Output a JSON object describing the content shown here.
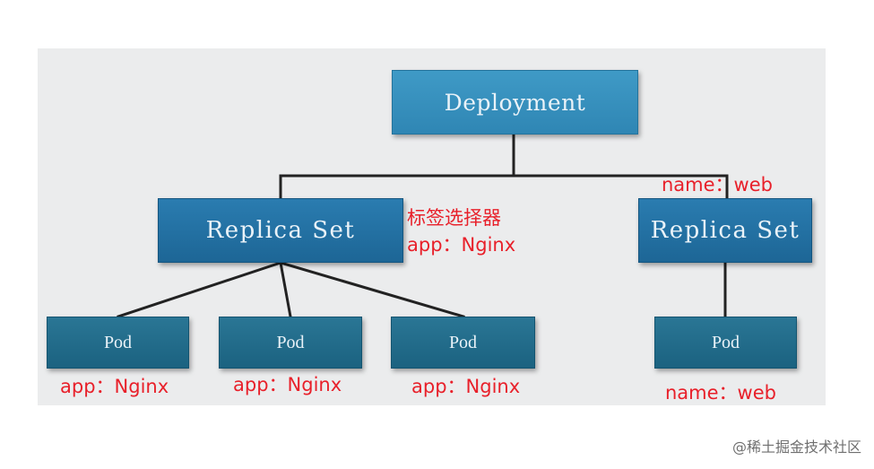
{
  "nodes": {
    "deployment": "Deployment",
    "replica_set_left": "Replica Set",
    "replica_set_right": "Replica Set",
    "pod_1": "Pod",
    "pod_2": "Pod",
    "pod_3": "Pod",
    "pod_4": "Pod"
  },
  "annotations": {
    "selector_title": "标签选择器",
    "selector_value": "app：Nginx",
    "right_rs_label": "name：web",
    "pod_1_label": "app：Nginx",
    "pod_2_label": "app：Nginx",
    "pod_3_label": "app：Nginx",
    "pod_4_label": "name：web"
  },
  "watermark": "@稀土掘金技术社区",
  "colors": {
    "annotation_red": "#e8202a",
    "panel_background": "#ebeced",
    "connector_line": "#222222"
  }
}
